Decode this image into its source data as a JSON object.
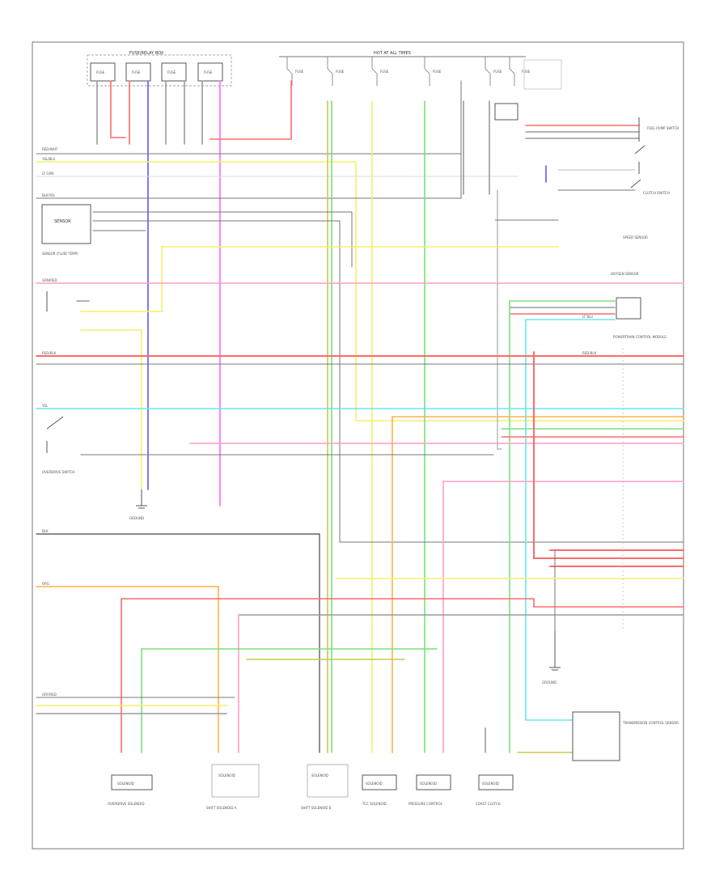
{
  "diagram": {
    "page_ref": "",
    "top_groups": {
      "left_fuses": {
        "title": "FUSE/RELAY BOX",
        "fuses": [
          "FUSE",
          "FUSE",
          "FUSE",
          "FUSE"
        ]
      },
      "center_fuses": {
        "title": "HOT AT ALL TIMES",
        "fuses": [
          "FUSE",
          "FUSE",
          "FUSE",
          "FUSE",
          "FUSE",
          "FUSE"
        ]
      }
    },
    "components": {
      "sensor_box": "SENSOR",
      "sensor_caption": "SENSOR (FLUID TEMP)",
      "right_switch_top": "FUEL PUMP SWITCH",
      "right_switch_2": "CLUTCH SWITCH",
      "right_sensor_3": "SPEED SENSOR",
      "right_sensor_4": "OXYGEN SENSOR",
      "ecm_header": "POWERTRAIN CONTROL MODULE",
      "right_side_module": "TRANSMISSION CONTROL SENSOR",
      "mid_ground_label": "GROUND",
      "right_ground_label": "GROUND",
      "left_switch_caption": "OVERDRIVE SWITCH"
    },
    "bottom_connectors": [
      {
        "label": "SOLENOID",
        "caption": "OVERDRIVE SOLENOID"
      },
      {
        "label": "SOLENOID",
        "caption": "SHIFT SOLENOID A"
      },
      {
        "label": "SOLENOID",
        "caption": "SHIFT SOLENOID B"
      },
      {
        "label": "SOLENOID",
        "caption": "TCC SOLENOID"
      },
      {
        "label": "SOLENOID",
        "caption": "PRESSURE CONTROL"
      },
      {
        "label": "SOLENOID",
        "caption": "COAST CLUTCH"
      }
    ],
    "wire_colors": {
      "red": "#ff6b6b",
      "pink": "#ff9ec8",
      "yellow": "#f5f06a",
      "blue": "#5a5aff",
      "magenta": "#ff66ff",
      "green": "#7be07b",
      "cyan": "#66e8f0",
      "orange": "#ffb347",
      "gray": "#9a9a9a",
      "dark": "#444444",
      "olive": "#c8c850"
    },
    "wire_tags": {
      "wt1": "RED/WHT",
      "wt2": "YEL/BLU",
      "wt3": "LT GRN",
      "wt4": "BLK/YEL",
      "wt5": "GRN/RED",
      "wt6": "RED/BLK",
      "wt7": "YEL",
      "wt8": "LT BLU",
      "wt9": "BLK",
      "wt10": "ORG",
      "wt11": "GRY/RED"
    }
  }
}
